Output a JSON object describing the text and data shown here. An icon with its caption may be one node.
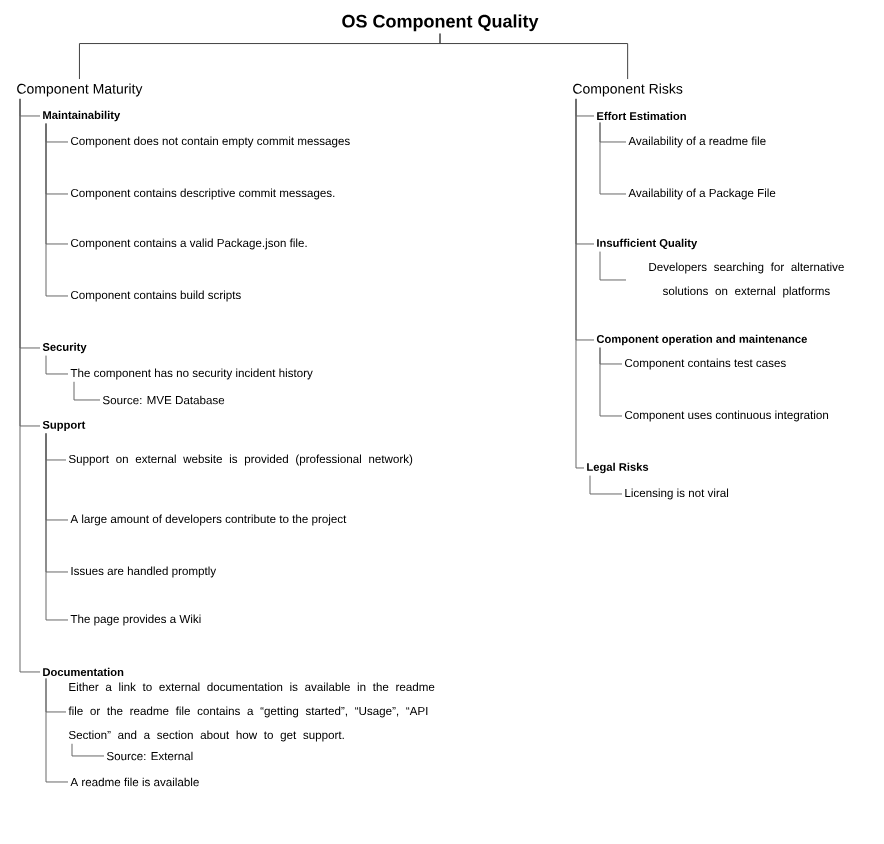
{
  "diagram": {
    "nodes": [
      {
        "text": [
          "OS Component Quality"
        ]
      },
      {
        "text": [
          "Component Maturity"
        ]
      },
      {
        "text": [
          "Maintainability"
        ]
      },
      {
        "text": [
          "Component does not contain empty commit messages"
        ]
      },
      {
        "text": [
          "Component contains descriptive commit messages."
        ]
      },
      {
        "text": [
          "Component contains a valid Package.json file."
        ]
      },
      {
        "text": [
          "Component contains build scripts"
        ]
      },
      {
        "text": [
          "Security"
        ]
      },
      {
        "text": [
          "The component has no security incident history"
        ]
      },
      {
        "text": [
          "Source: MVE Database"
        ]
      },
      {
        "text": [
          "Support"
        ]
      },
      {
        "text": [
          "Support on external website is provided (professional network)"
        ]
      },
      {
        "text": [
          "A large amount of developers contribute to the project"
        ]
      },
      {
        "text": [
          "Issues are handled promptly"
        ]
      },
      {
        "text": [
          "The page provides a Wiki"
        ]
      },
      {
        "text": [
          "Documentation"
        ]
      },
      {
        "text": [
          "Either a link to external documentation is available in the readme file or the readme file contains a “getting started”, “Usage”, “API Section” and a section about how to get support."
        ]
      },
      {
        "text": [
          "Source: External"
        ]
      },
      {
        "text": [
          "A readme file is available"
        ]
      },
      {
        "text": [
          "Component Risks"
        ]
      },
      {
        "text": [
          "Effort Estimation"
        ]
      },
      {
        "text": [
          "Availability of a readme file"
        ]
      },
      {
        "text": [
          "Availability of a Package File"
        ]
      },
      {
        "text": [
          "Insufficient Quality"
        ]
      },
      {
        "text": [
          "Developers searching for alternative solutions on external platforms"
        ]
      },
      {
        "text": [
          "Component operation and maintenance"
        ]
      },
      {
        "text": [
          "Component contains test cases"
        ]
      },
      {
        "text": [
          "Component uses continuous integration"
        ]
      },
      {
        "text": [
          "Legal Risks"
        ]
      },
      {
        "text": [
          "Licensing is not viral"
        ]
      }
    ],
    "edges": [
      {
        "from": 0,
        "to": 1,
        "arrow": "none"
      },
      {
        "from": 0,
        "to": 19,
        "arrow": "none"
      },
      {
        "from": 1,
        "to": 2,
        "arrow": "none"
      },
      {
        "from": 2,
        "to": 3,
        "arrow": "none"
      },
      {
        "from": 2,
        "to": 4,
        "arrow": "none"
      },
      {
        "from": 2,
        "to": 5,
        "arrow": "none"
      },
      {
        "from": 2,
        "to": 6,
        "arrow": "none"
      },
      {
        "from": 1,
        "to": 7,
        "arrow": "none"
      },
      {
        "from": 7,
        "to": 8,
        "arrow": "none"
      },
      {
        "from": 8,
        "to": 9,
        "arrow": "none"
      },
      {
        "from": 1,
        "to": 10,
        "arrow": "none"
      },
      {
        "from": 10,
        "to": 11,
        "arrow": "none"
      },
      {
        "from": 10,
        "to": 12,
        "arrow": "none"
      },
      {
        "from": 10,
        "to": 13,
        "arrow": "none"
      },
      {
        "from": 10,
        "to": 14,
        "arrow": "none"
      },
      {
        "from": 1,
        "to": 15,
        "arrow": "none"
      },
      {
        "from": 15,
        "to": 16,
        "arrow": "none"
      },
      {
        "from": 16,
        "to": 17,
        "arrow": "none"
      },
      {
        "from": 15,
        "to": 18,
        "arrow": "none"
      },
      {
        "from": 19,
        "to": 20,
        "arrow": "none"
      },
      {
        "from": 20,
        "to": 21,
        "arrow": "none"
      },
      {
        "from": 20,
        "to": 22,
        "arrow": "none"
      },
      {
        "from": 19,
        "to": 23,
        "arrow": "none"
      },
      {
        "from": 23,
        "to": 24,
        "arrow": "none"
      },
      {
        "from": 19,
        "to": 25,
        "arrow": "none"
      },
      {
        "from": 25,
        "to": 26,
        "arrow": "none"
      },
      {
        "from": 25,
        "to": 27,
        "arrow": "none"
      },
      {
        "from": 19,
        "to": 28,
        "arrow": "none"
      },
      {
        "from": 28,
        "to": 29,
        "arrow": "none"
      }
    ]
  }
}
